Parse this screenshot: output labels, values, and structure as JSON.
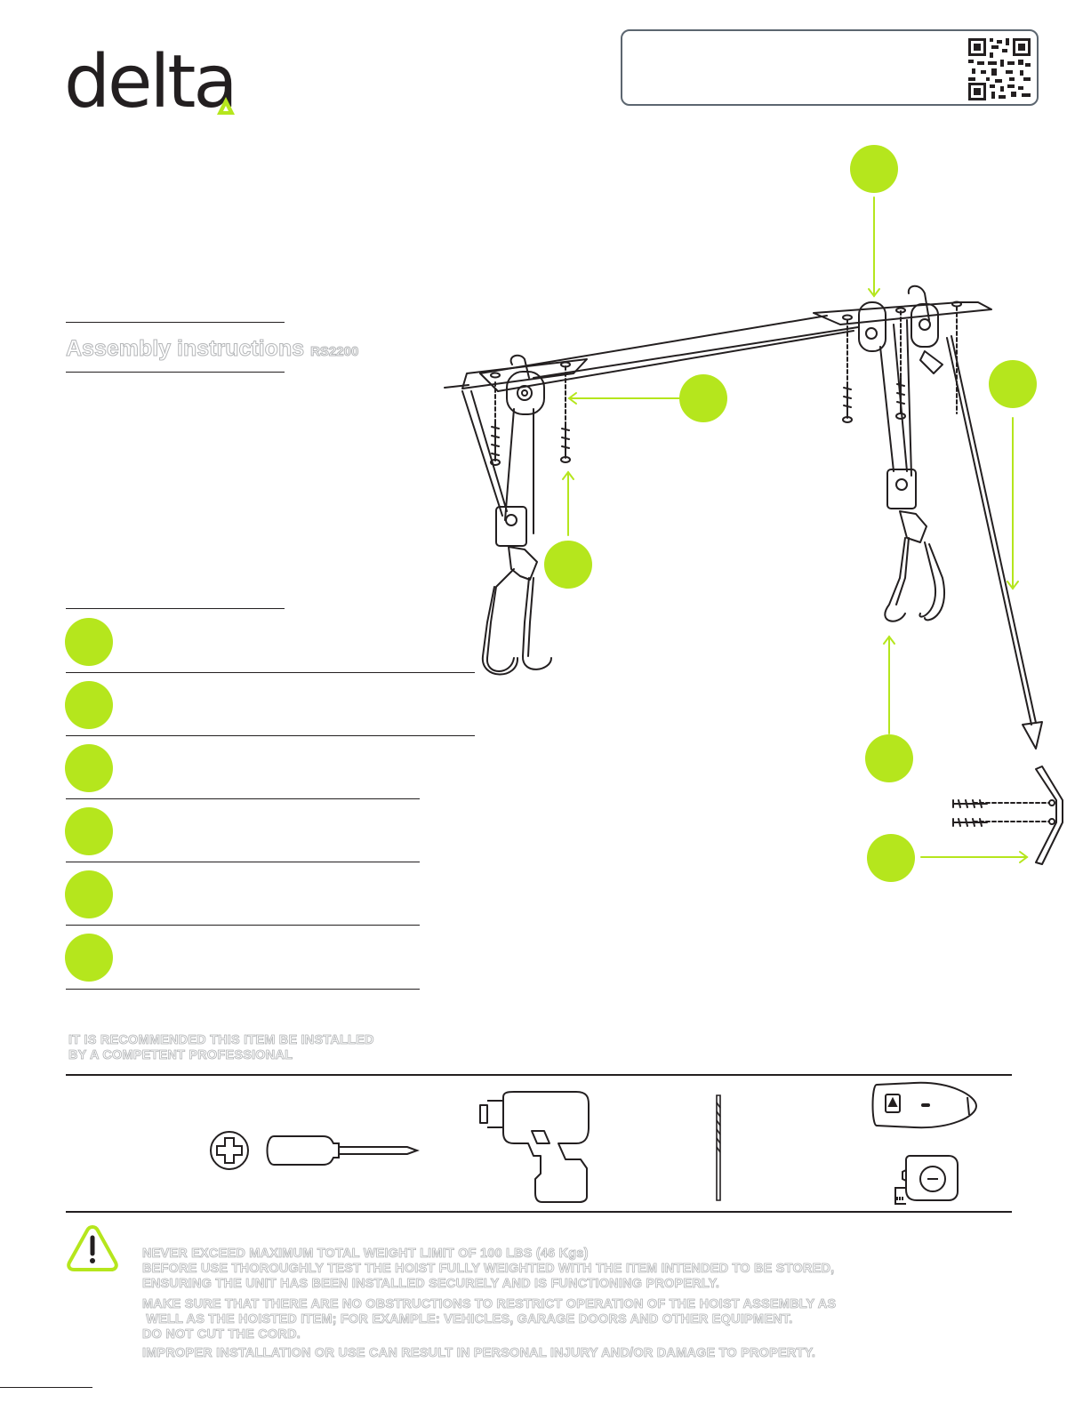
{
  "brand": {
    "name": "delta",
    "accent": "#b5e61d",
    "ink": "#231f20"
  },
  "header": {
    "title": "Assembly instructions",
    "model": "RS2200"
  },
  "notice": {
    "lines": [
      "IT IS RECOMMENDED THIS ITEM BE INSTALLED",
      "BY A COMPETENT PROFESSIONAL"
    ]
  },
  "tools": [
    "phillips-screwdriver-icon",
    "power-drill-icon",
    "drill-bit-icon",
    "level-icon",
    "tape-measure-icon"
  ],
  "warnings": {
    "icon": "warning-triangle-icon",
    "lines": [
      "NEVER EXCEED MAXIMUM TOTAL WEIGHT LIMIT OF 100 LBS (46 Kgs)",
      "BEFORE USE THOROUGHLY TEST THE HOIST FULLY WEIGHTED WITH THE ITEM INTENDED TO BE STORED,",
      "ENSURING THE UNIT HAS BEEN INSTALLED SECURELY AND IS FUNCTIONING PROPERLY.",
      "MAKE SURE THAT THERE ARE NO OBSTRUCTIONS TO RESTRICT OPERATION OF THE HOIST ASSEMBLY AS",
      " WELL AS THE HOISTED ITEM; FOR EXAMPLE: VEHICLES, GARAGE DOORS AND OTHER EQUIPMENT.",
      "DO NOT CUT THE CORD.",
      "IMPROPER INSTALLATION OR USE CAN RESULT IN PERSONAL INJURY AND/OR DAMAGE TO PROPERTY."
    ]
  }
}
